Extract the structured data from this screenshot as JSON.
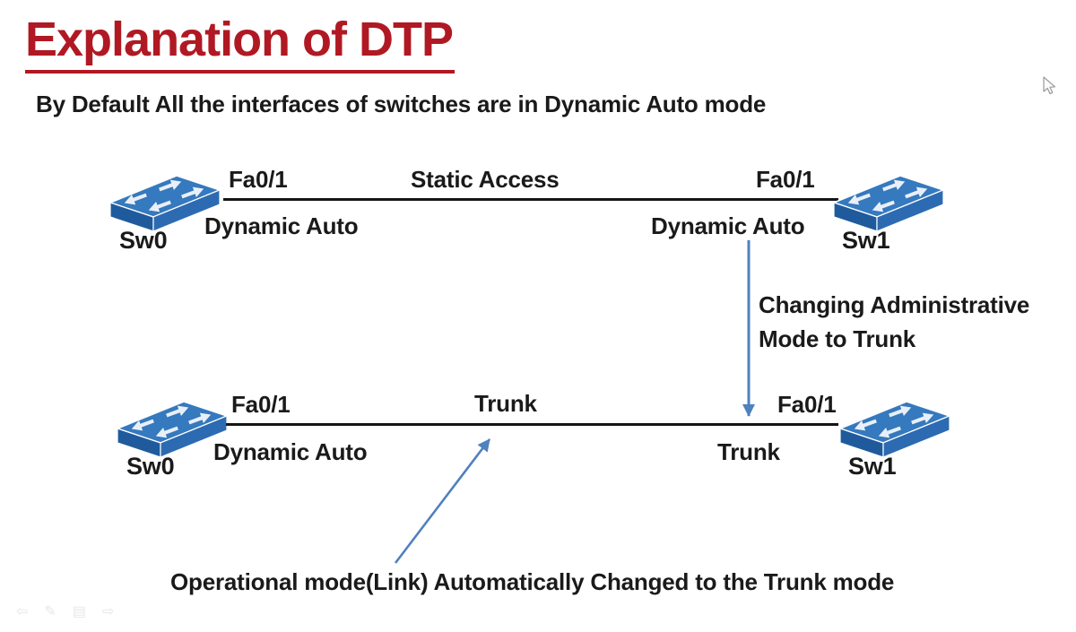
{
  "slide": {
    "title": "Explanation of DTP",
    "subtitle": "By Default All the interfaces of switches are in Dynamic Auto mode"
  },
  "diagram": {
    "top_row": {
      "left_switch": {
        "label": "Sw0",
        "interface": "Fa0/1",
        "mode": "Dynamic Auto"
      },
      "link_label": "Static Access",
      "right_switch": {
        "label": "Sw1",
        "interface": "Fa0/1",
        "mode": "Dynamic Auto"
      }
    },
    "arrow_annotation": {
      "line1": "Changing Administrative",
      "line2": "Mode to Trunk"
    },
    "bottom_row": {
      "left_switch": {
        "label": "Sw0",
        "interface": "Fa0/1",
        "mode": "Dynamic Auto"
      },
      "link_label": "Trunk",
      "right_switch": {
        "label": "Sw1",
        "interface": "Fa0/1",
        "mode": "Trunk"
      }
    },
    "footer_annotation": "Operational mode(Link) Automatically Changed to the Trunk mode"
  },
  "toolbar": {
    "icons": [
      {
        "name": "previous-slide-icon",
        "glyph": "⇦"
      },
      {
        "name": "pen-icon",
        "glyph": "✎"
      },
      {
        "name": "slides-overview-icon",
        "glyph": "▤"
      },
      {
        "name": "next-slide-icon",
        "glyph": "⇨"
      }
    ]
  },
  "colors": {
    "title_red": "#B01923",
    "body_text": "#1A1A1A",
    "arrow_blue": "#4F81BD",
    "switch_top": "#3579BE",
    "switch_front": "#1F5A9D",
    "switch_side": "#2C6BB2",
    "link_line": "#151515"
  }
}
